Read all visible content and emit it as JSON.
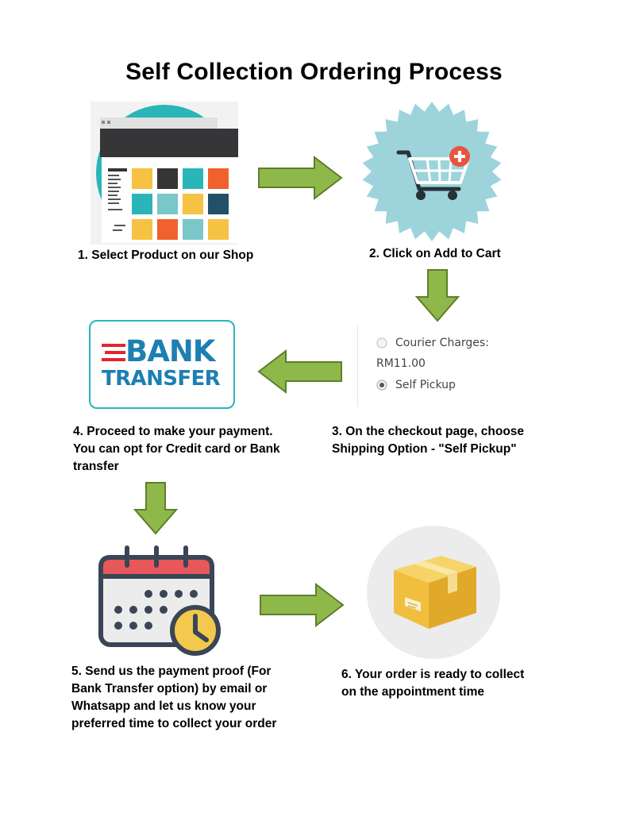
{
  "title": "Self Collection Ordering Process",
  "steps": [
    {
      "caption": "1. Select Product on our Shop",
      "icon": "shop-grid-icon"
    },
    {
      "caption": "2. Click on Add to Cart",
      "icon": "add-to-cart-icon"
    },
    {
      "caption_line1": "3. On the checkout page, choose",
      "caption_line2": "Shipping Option - \"Self Pickup\"",
      "icon": "shipping-options-panel"
    },
    {
      "caption_line1": "4. Proceed to make your payment.",
      "caption_line2": "You can opt for Credit card or Bank",
      "caption_line3": "transfer",
      "icon": "bank-transfer-logo"
    },
    {
      "caption_line1": "5.  Send us the payment proof (For",
      "caption_line2": "Bank Transfer option) by email or",
      "caption_line3": "Whatsapp and let us know your",
      "caption_line4": "preferred time to collect your order",
      "icon": "calendar-clock-icon"
    },
    {
      "caption_line1": "6. Your order is ready to collect",
      "caption_line2": "on the appointment time",
      "icon": "package-box-icon"
    }
  ],
  "shipping": {
    "courier_label": "Courier Charges:",
    "courier_price": "RM11.00",
    "pickup_label": "Self Pickup"
  },
  "bank_logo": {
    "line1": "BANK",
    "line2": "TRANSFER"
  },
  "colors": {
    "arrow_fill": "#8fb84a",
    "arrow_stroke": "#5c7f2a",
    "teal": "#2ab5b8",
    "bank_blue": "#1d7fb2",
    "bank_red": "#e1262d"
  }
}
